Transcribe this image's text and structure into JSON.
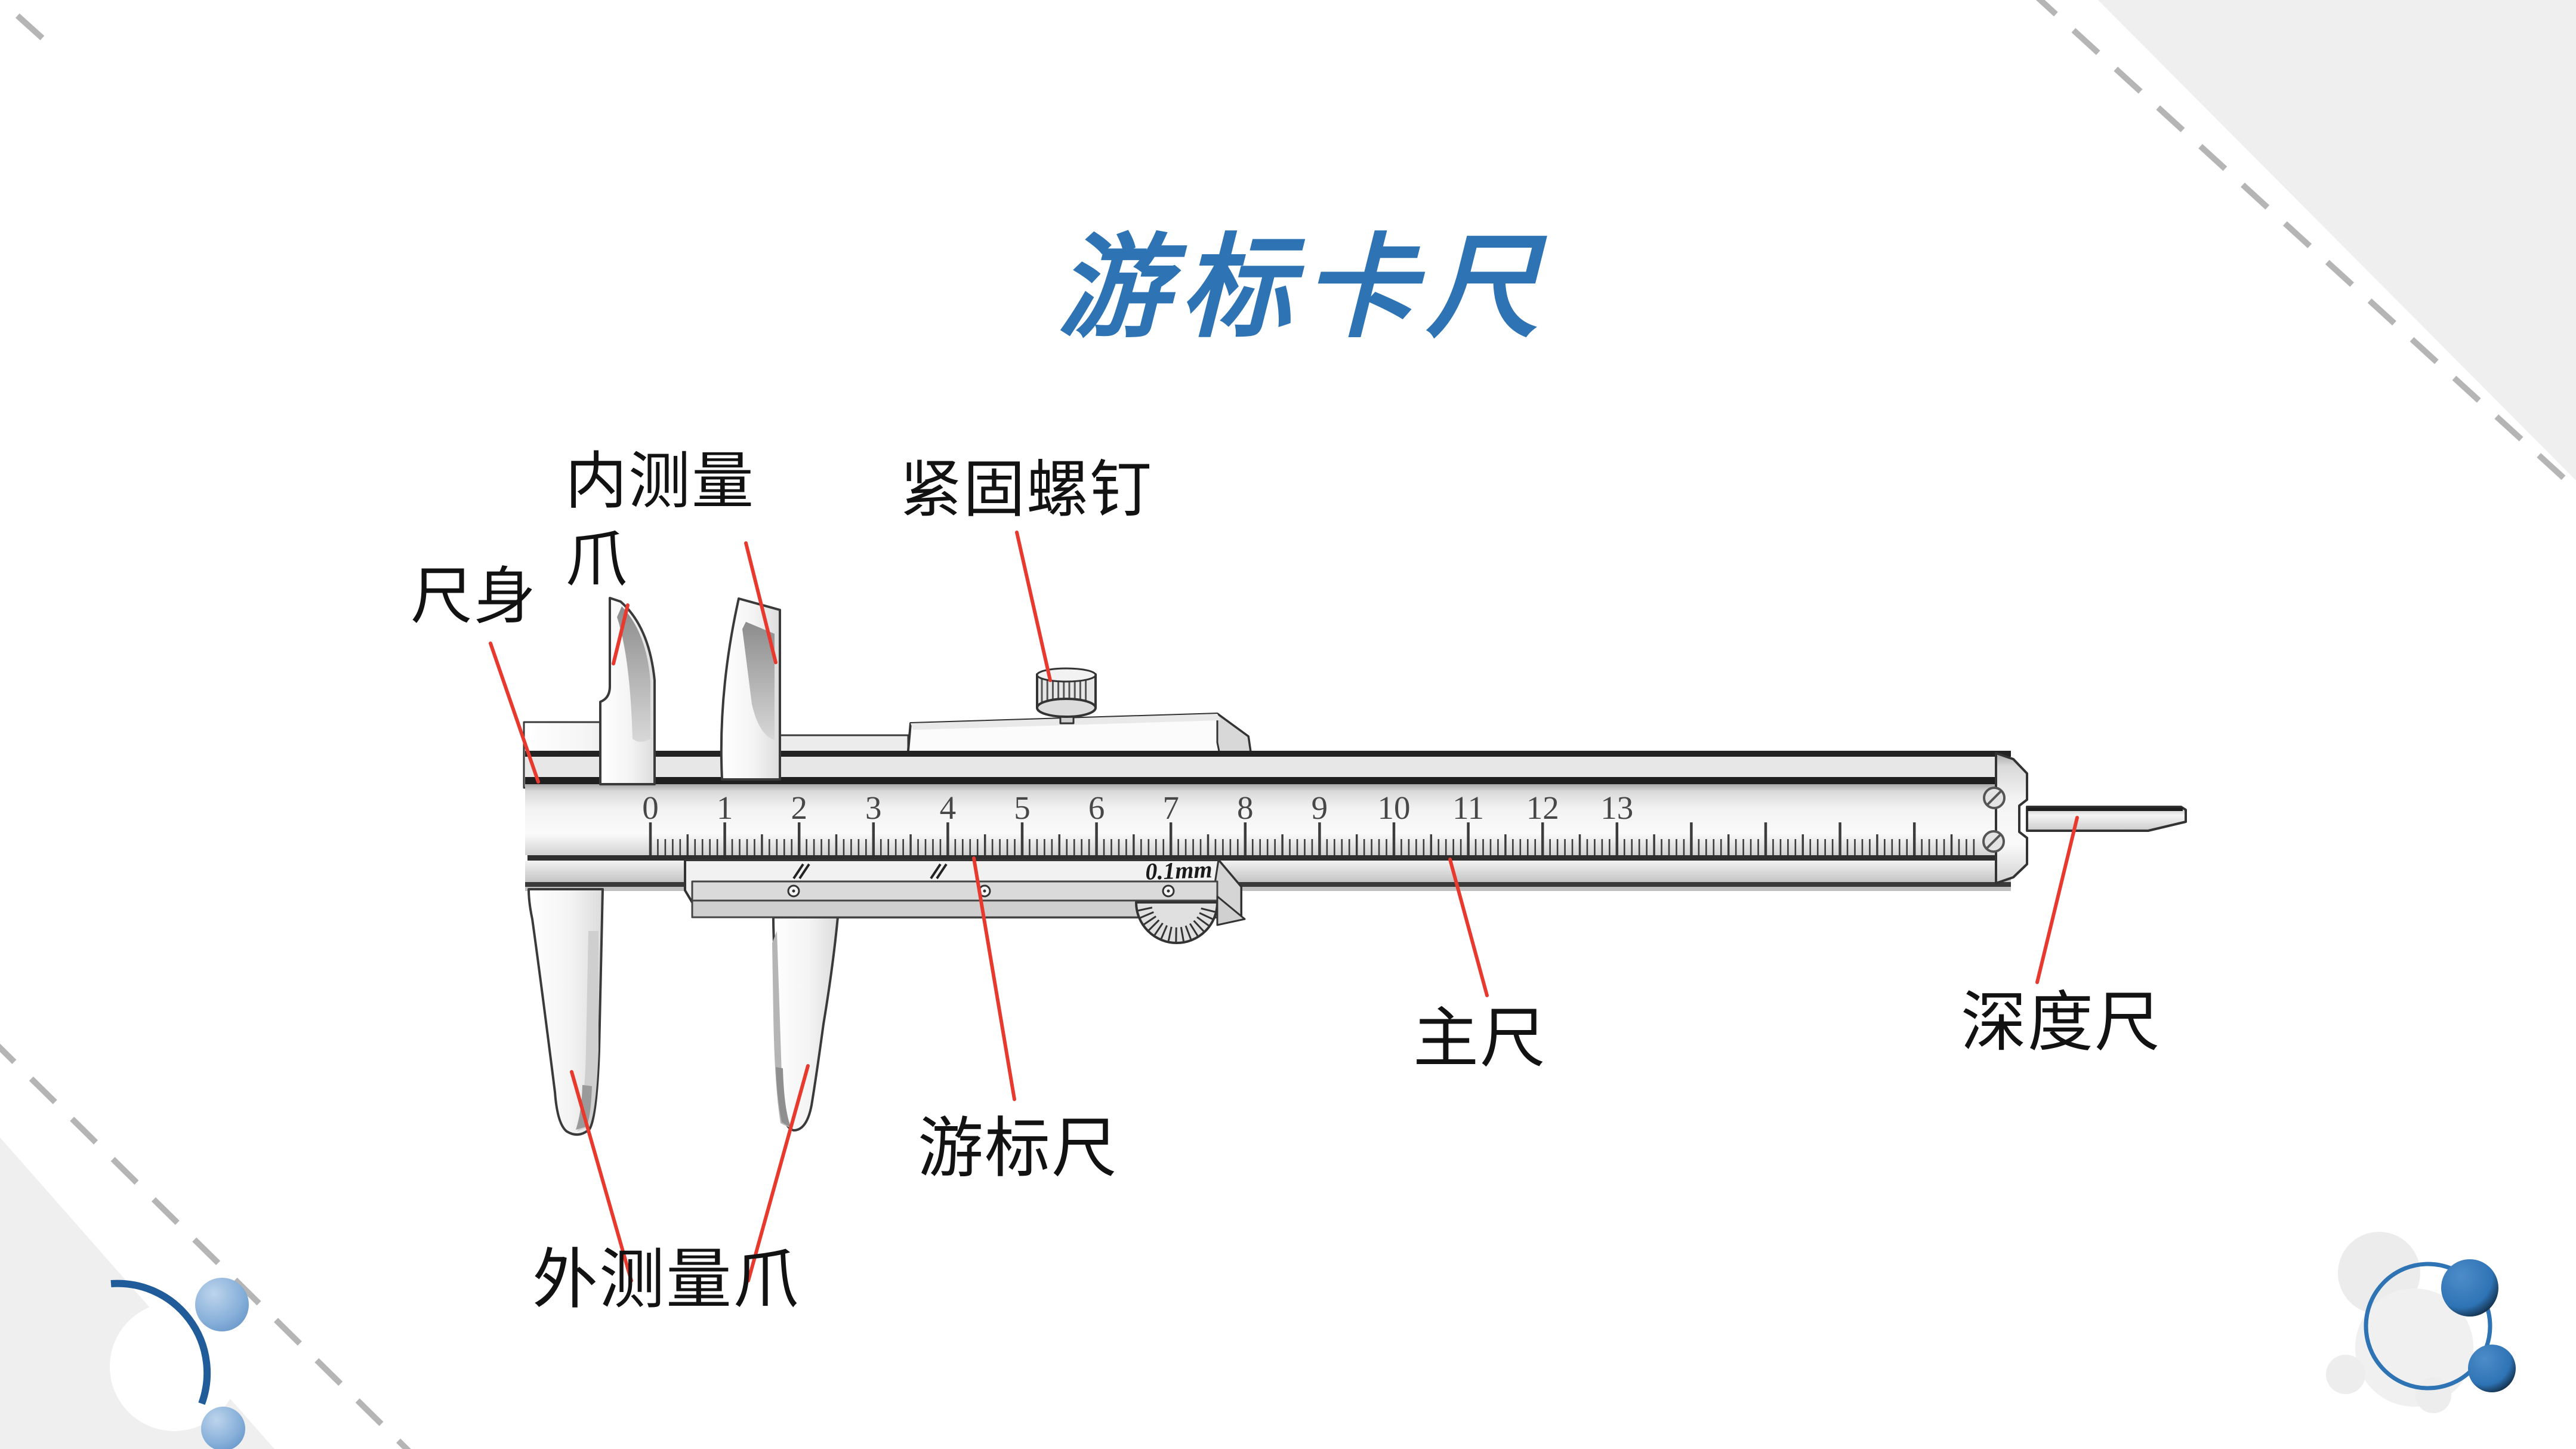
{
  "slide": {
    "title": "游标卡尺"
  },
  "labels": {
    "ruler_body": "尺身",
    "inner_jaws": "内测量\n爪",
    "locking_screw": "紧固螺钉",
    "vernier_scale": "游标尺",
    "main_scale": "主尺",
    "depth_gauge": "深度尺",
    "outer_jaws": "外测量爪"
  },
  "ruler": {
    "numbers": [
      "0",
      "1",
      "2",
      "3",
      "4",
      "5",
      "6",
      "7",
      "8",
      "9",
      "10",
      "11",
      "12",
      "13"
    ],
    "precision_label": "0.1mm"
  },
  "colors": {
    "title_blue": "#2E74B5",
    "leader_red": "#E8392F",
    "ornament_blue": "#2E74B5",
    "ornament_dark_blue": "#1F5C99",
    "dashed_gray": "#B5B5B5",
    "wedge_gray": "#EFEFEF"
  }
}
